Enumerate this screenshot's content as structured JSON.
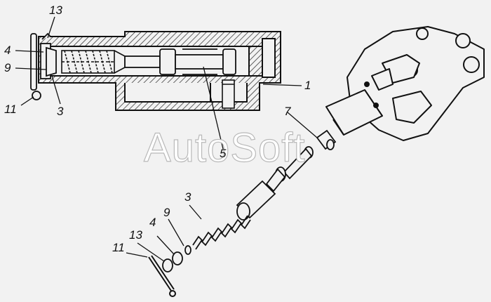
{
  "watermark": "AutoSoft",
  "callouts": {
    "c13_top": "13",
    "c4_top": "4",
    "c9_top": "9",
    "c11_left": "11",
    "c3_left": "3",
    "c1": "1",
    "c7": "7",
    "c5": "5",
    "c3_bottom": "3",
    "c9_bottom": "9",
    "c4_bottom": "4",
    "c13_bottom": "13",
    "c11_bottom": "11"
  }
}
